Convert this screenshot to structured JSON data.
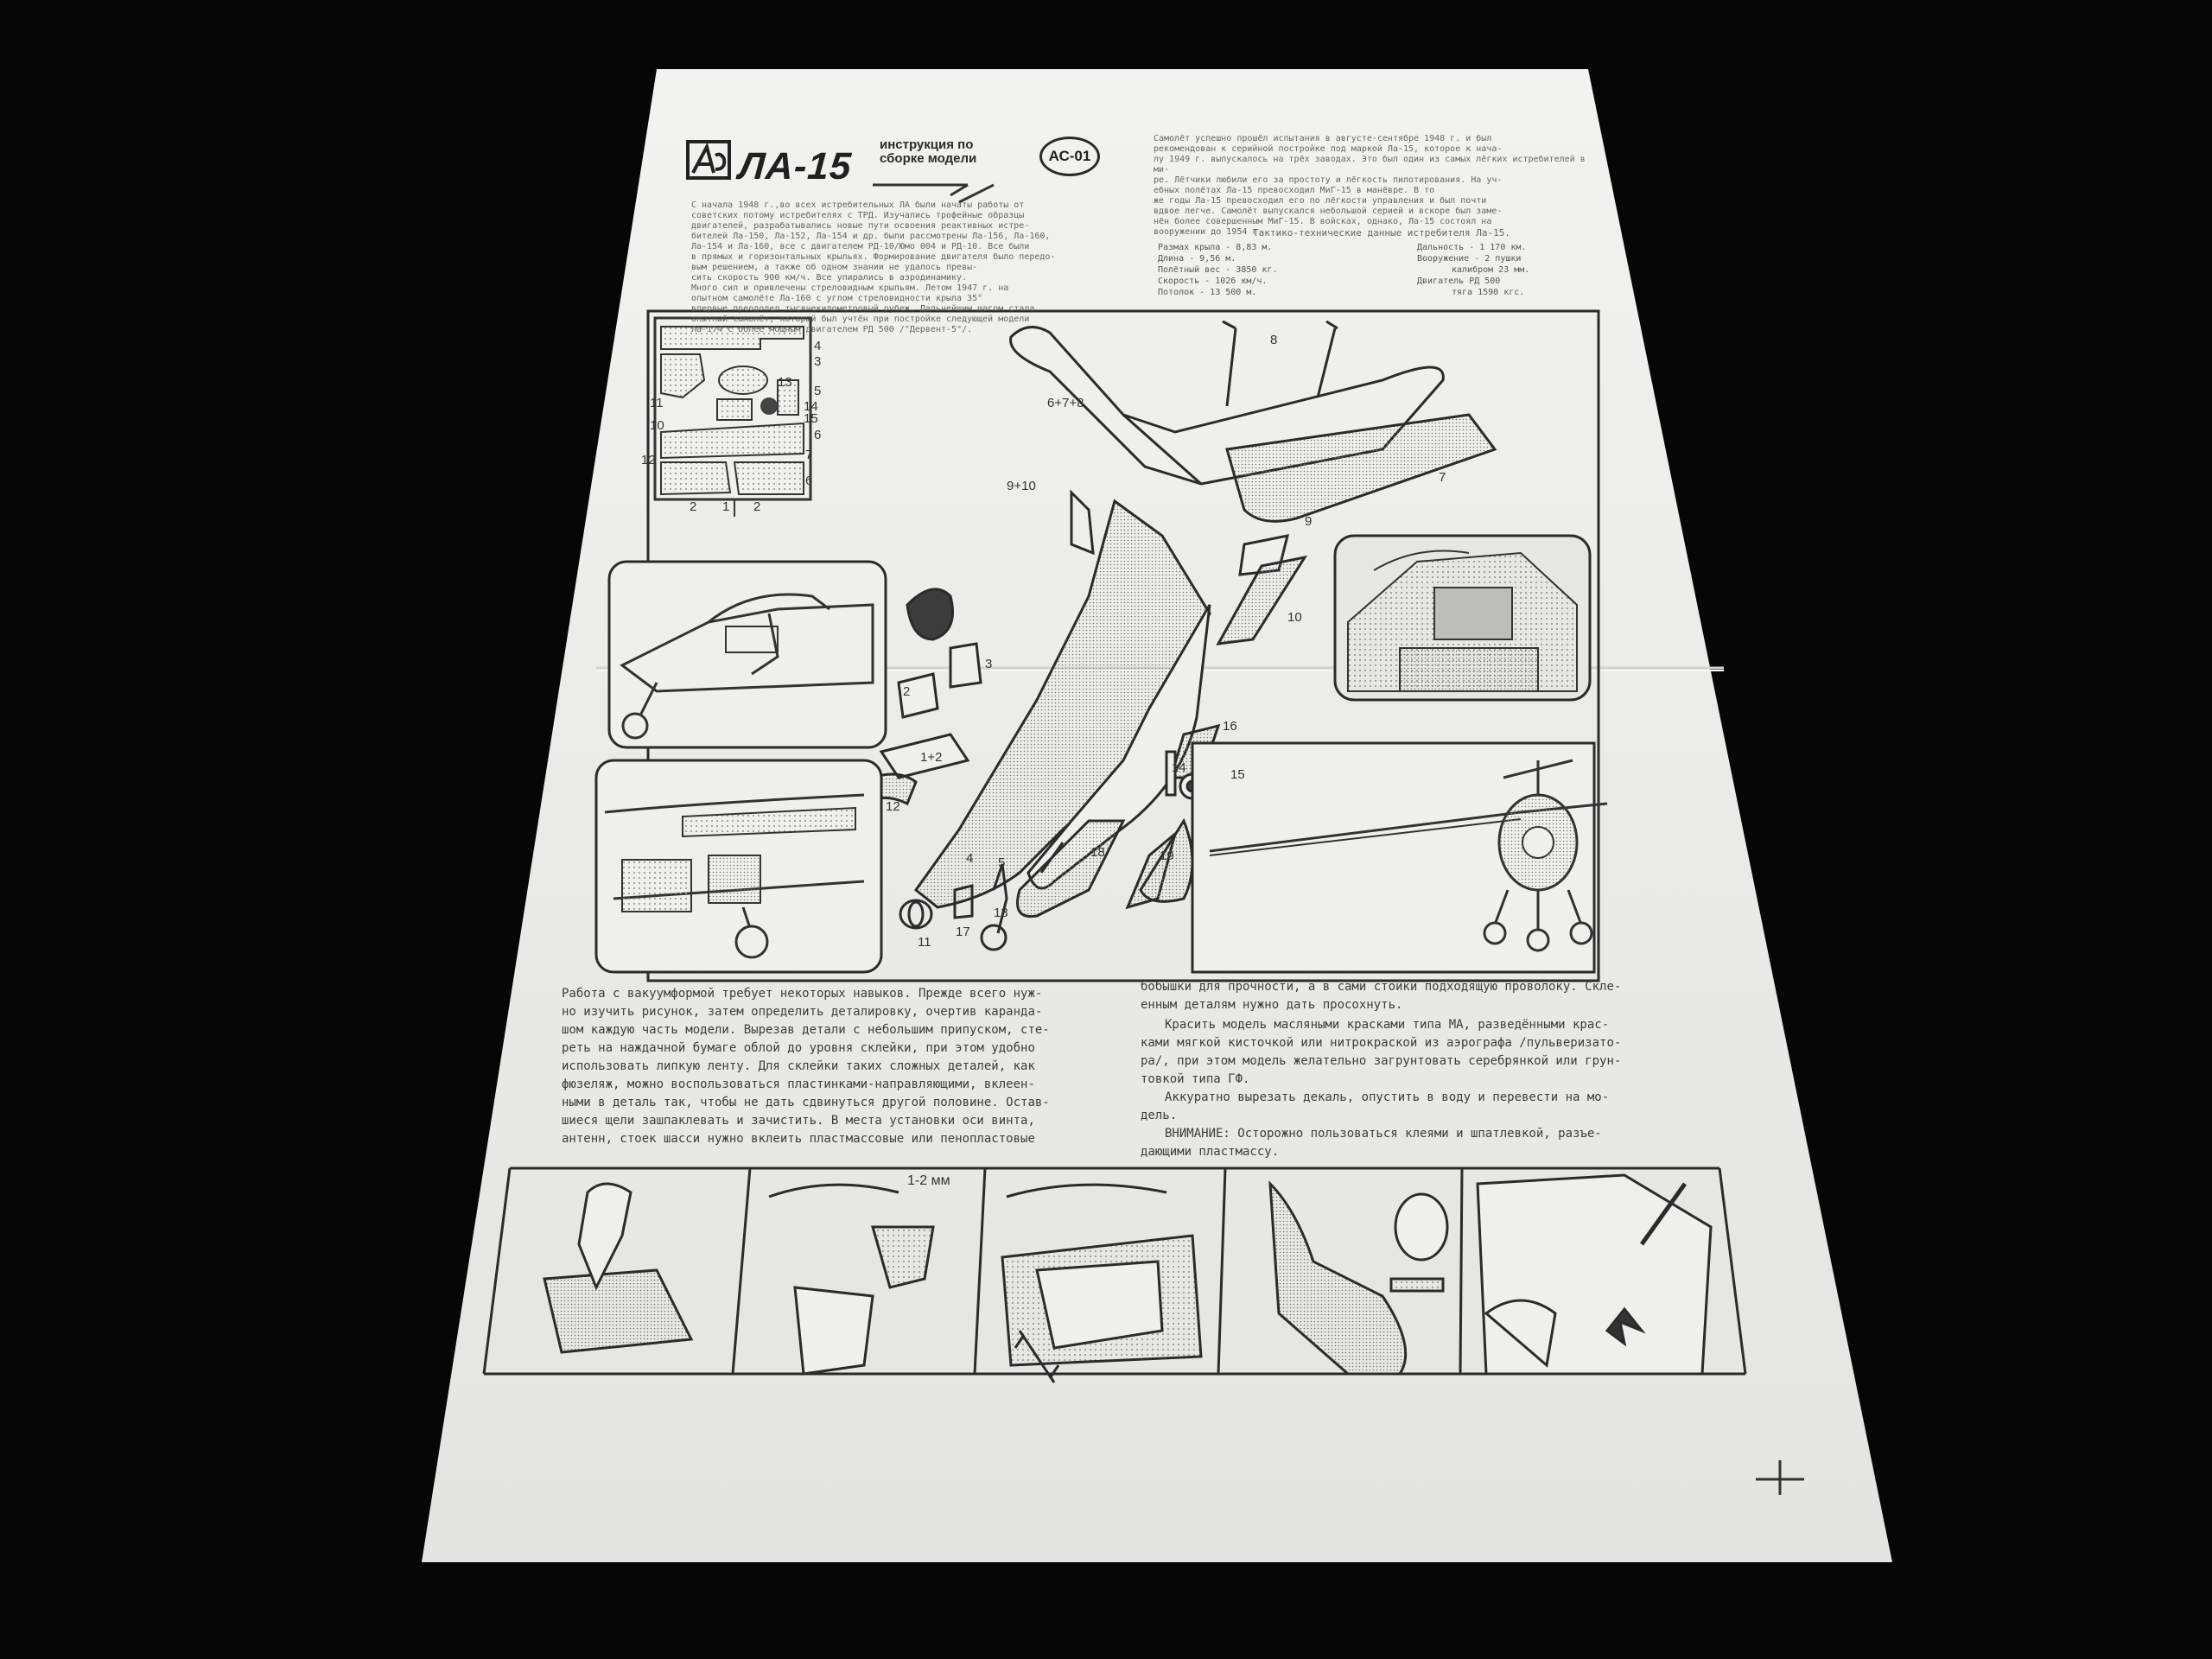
{
  "kit": {
    "title": "ЛА-15",
    "subtitle": "инструкция по сборке модели",
    "code": "АС-01"
  },
  "intro_text": "С начала 1948 г.,во всех истребительных ЛА были начаты работы от\nсоветских потому истребителях с ТРД. Изучались трофейные образцы\nдвигателей, разрабатывались новые пути освоения реактивных истре-\nбителей Ла-150, Ла-152, Ла-154 и др. были рассмотрены Ла-156, Ла-160,\nЛа-154 и Ла-160, все с двигателем РД-10/Юмо 004 и РД-10. Все были\nв прямых и горизонтальных крыльях. Формирование двигателя было передо-\nвым решением, а также об одном знании не удалось превы-\nсить скорость 900 км/ч. Все упирались в аэродинамику.\nМного сил и привлечены стреловидным крыльям. Летом 1947 г. на\nопытном самолёте Ла-160 с углом стреловидности крыла 35°\nвпервые преодолел тысячекилометровый рубеж. Дальнейшим шагом стала\nопытный самолёт, который был учтён при постройке следующей модели\nЛа-174 с более мощным двигателем РД 500 /\"Дервент-5\"/.",
  "history_text": "Самолёт успешно прошёл испытания в августе-сентябре 1948 г. и был\nрекомендован к серийной постройке под маркой Ла-15, которое к нача-\nлу 1949 г. выпускалось на трёх заводах. Это был один из самых лёгких истребителей в ми-\nре. Лётчики любили его за простоту и лёгкость пилотирования. На уч-\nебных полётах Ла-15 превосходил МиГ-15 в манёвре. В то\nже годы Ла-15 превосходил его по лёгкости управления и был почти\nвдвое легче. Самолёт выпускался небольшой серией и вскоре был заме-\nнён более совершенным МиГ-15. В войсках, однако, Ла-15 состоял на\nвооружении до 1954 г.",
  "specs_heading": "Тактико-технические данные истребителя Ла-15.",
  "specs_left": [
    "Размах крыла - 8,83 м.",
    "Длина - 9,56 м.",
    "Полётный вес - 3850 кг.",
    "Скорость - 1026 км/ч.",
    "Потолок - 13 500 м."
  ],
  "specs_right": [
    "Дальность - 1 170 км.",
    "Вооружение - 2 пушки",
    "калибром 23 мм.",
    "Двигатель РД 500",
    "тяга 1590 кгс."
  ],
  "part_numbers": [
    "4",
    "3",
    "5",
    "13",
    "15",
    "6",
    "14",
    "10",
    "11",
    "7",
    "12",
    "6",
    "2",
    "1",
    "2",
    "8",
    "6+7+8",
    "7",
    "9+10",
    "9",
    "10",
    "3",
    "2",
    "1+2",
    "16",
    "14",
    "15",
    "12",
    "4",
    "5",
    "18",
    "19",
    "11",
    "17",
    "13"
  ],
  "measure_label": "1-2 мм",
  "instructions_left": "Работа с вакуумформой требует некоторых навыков. Прежде всего нуж-\nно изучить рисунок, затем определить деталировку, очертив каранда-\nшом каждую часть модели. Вырезав детали с небольшим припуском, сте-\nреть на наждачной бумаге облой до уровня склейки, при этом удобно\nиспользовать липкую ленту. Для склейки таких сложных деталей, как\nфюзеляж, можно воспользоваться пластинками-направляющими, вклеен-\nными в деталь так, чтобы не дать сдвинуться другой половине. Остав-\nшиеся щели зашпаклевать и зачистить. В места установки оси винта,\nантенн, стоек шасси нужно вклеить пластмассовые или пенопластовые",
  "instructions_right_1": "бобышки для прочности, а в сами стойки подходящую проволоку. Скле-\nенным деталям нужно дать просохнуть.",
  "instructions_right_2": "Красить модель масляными красками типа МА, разведёнными крас-\nками мягкой кисточкой или нитрокраской из аэрографа /пульверизато-\nра/, при этом модель желательно загрунтовать серебрянкой или грун-\nтовкой типа ГФ.",
  "instructions_right_3": "Аккуратно вырезать декаль, опустить в воду и перевести на мо-\nдель.",
  "instructions_right_4": "ВНИМАНИЕ: Осторожно пользоваться клеями и шпатлевкой, разъе-\nдающими пластмассу."
}
